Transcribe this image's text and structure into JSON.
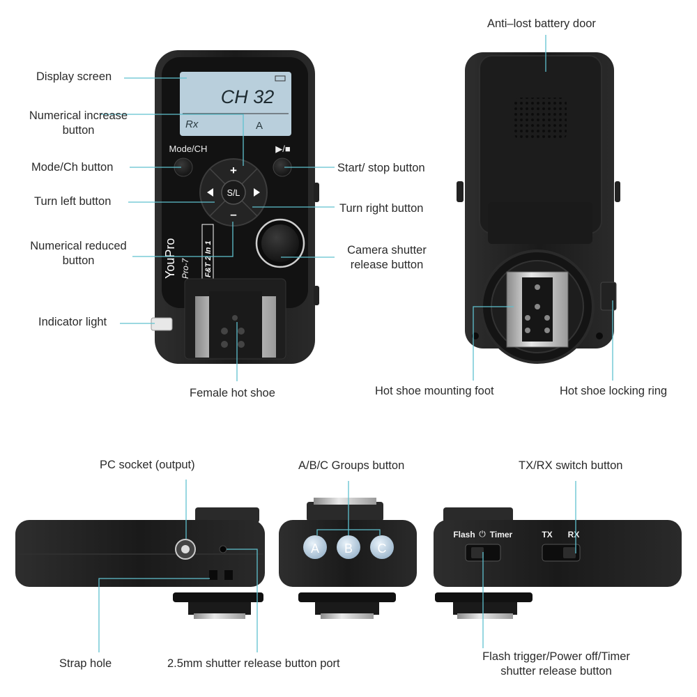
{
  "labels": {
    "display_screen": "Display screen",
    "numerical_increase_1": "Numerical increase",
    "numerical_increase_2": "button",
    "mode_ch_button": "Mode/Ch button",
    "turn_left_button": "Turn left button",
    "numerical_reduced_1": "Numerical reduced",
    "numerical_reduced_2": "button",
    "indicator_light": "Indicator light",
    "female_hot_shoe": "Female hot shoe",
    "start_stop_button": "Start/ stop button",
    "turn_right_button": "Turn right button",
    "camera_shutter_1": "Camera shutter",
    "camera_shutter_2": "release button",
    "anti_lost_battery_door": "Anti–lost battery door",
    "hot_shoe_mounting_foot": "Hot shoe mounting foot",
    "hot_shoe_locking_ring": "Hot shoe locking ring",
    "pc_socket": "PC socket (output)",
    "abc_groups_button": "A/B/C Groups button",
    "tx_rx_switch_button": "TX/RX switch button",
    "strap_hole": "Strap hole",
    "shutter_port": "2.5mm shutter release button port",
    "flash_trigger_1": "Flash trigger/Power off/Timer",
    "flash_trigger_2": "shutter release button"
  },
  "device": {
    "lcd_channel": "CH 32",
    "lcd_rx": "Rx",
    "lcd_mode": "A",
    "mode_label": "Mode/CH",
    "start_stop_symbol": "▶/■",
    "center_button": "S/L",
    "plus": "+",
    "minus": "–",
    "brand": "YouPro",
    "model": "Pro-7",
    "model_sub": "F&T 2 In 1",
    "group_a": "A",
    "group_b": "B",
    "group_c": "C",
    "switch_flash": "Flash",
    "switch_power_symbol": "⏻",
    "switch_timer": "Timer",
    "switch_tx": "TX",
    "switch_rx": "RX"
  },
  "colors": {
    "callout_line": "#5fc1cf",
    "device_body": "#1b1b1b",
    "lcd": "#b9cfdc",
    "label_text": "#2a2a2a"
  }
}
